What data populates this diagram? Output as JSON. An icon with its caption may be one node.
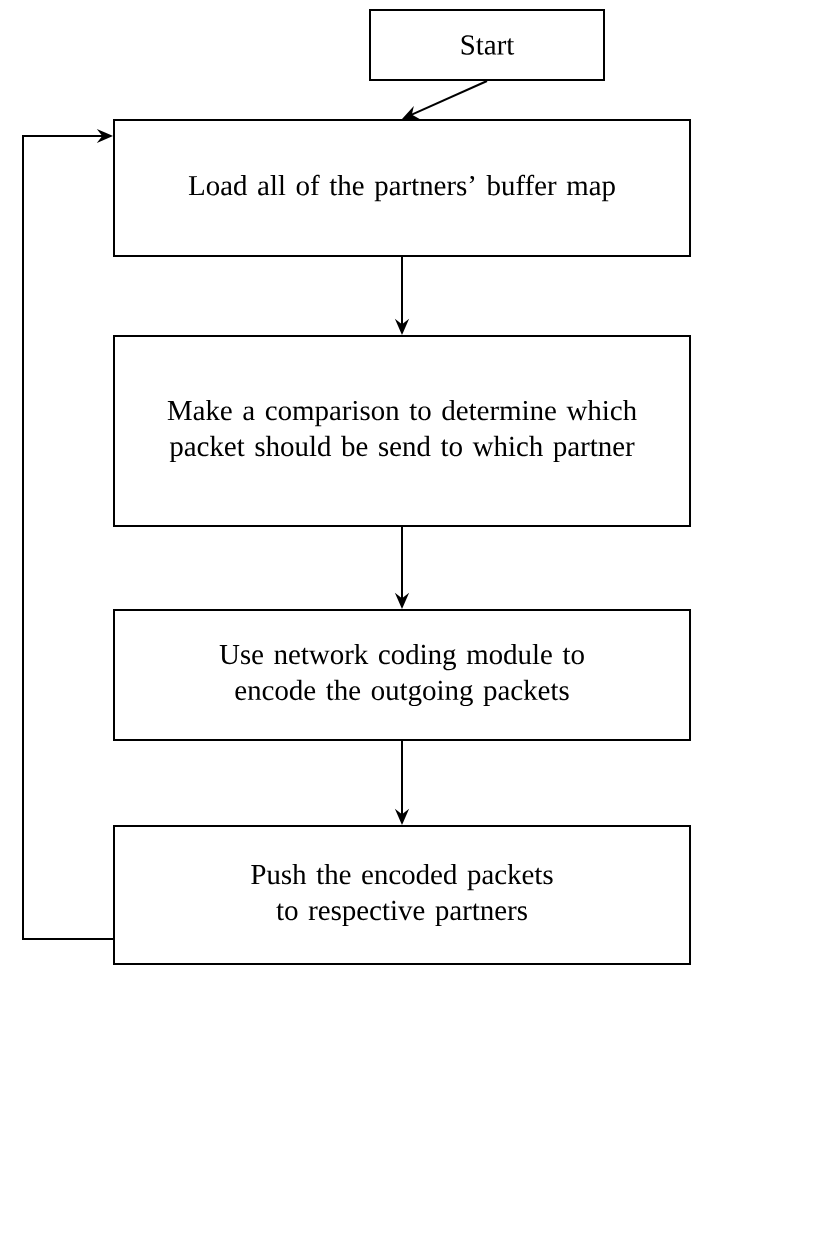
{
  "diagram": {
    "nodes": [
      {
        "text": [
          "Start"
        ]
      },
      {
        "text": [
          "Load all of the partners’ buffer map"
        ]
      },
      {
        "text": [
          "Make a comparison to determine which packet should be send to which partner"
        ]
      },
      {
        "text": [
          "Use network coding module to encode the outgoing packets"
        ]
      },
      {
        "text": [
          "Push the encoded packets to respective partners"
        ]
      }
    ],
    "edges": [
      {
        "from": 0,
        "to": 1,
        "arrow": "to"
      },
      {
        "from": 1,
        "to": 2,
        "arrow": "to"
      },
      {
        "from": 2,
        "to": 3,
        "arrow": "to"
      },
      {
        "from": 3,
        "to": 4,
        "arrow": "to"
      },
      {
        "from": 4,
        "to": 1,
        "arrow": "to"
      }
    ]
  }
}
